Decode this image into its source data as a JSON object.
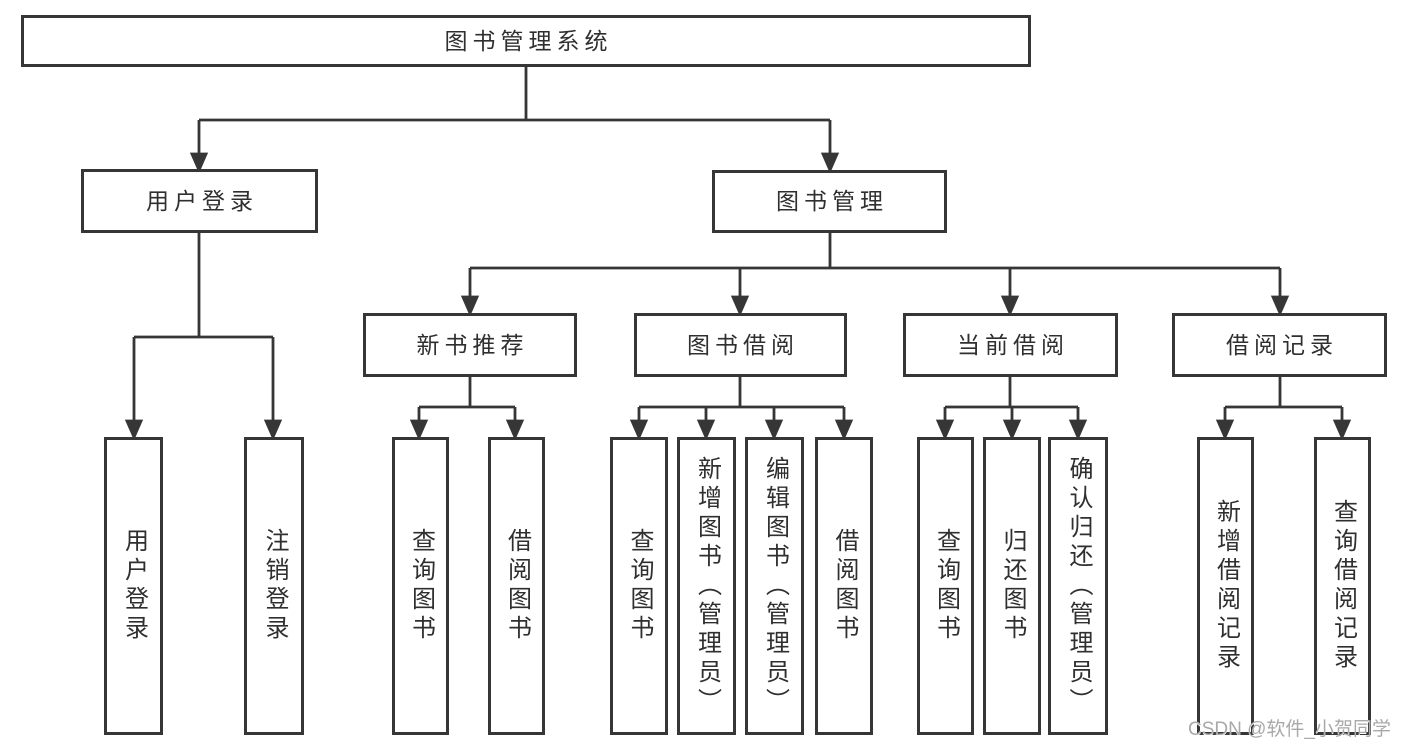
{
  "diagram": {
    "title": "图书管理系统",
    "level2": {
      "user_login": "用户登录",
      "book_mgmt": "图书管理"
    },
    "level3": {
      "new_book_rec": "新书推荐",
      "book_borrow": "图书借阅",
      "current_borrow": "当前借阅",
      "borrow_record": "借阅记录"
    },
    "leaves": {
      "user_login": [
        "用户登录",
        "注销登录"
      ],
      "new_book_rec": [
        "查询图书",
        "借阅图书"
      ],
      "book_borrow": [
        "查询图书",
        "新增图书（管理员）",
        "编辑图书（管理员）",
        "借阅图书"
      ],
      "current_borrow": [
        "查询图书",
        "归还图书",
        "确认归还（管理员）"
      ],
      "borrow_record": [
        "新增借阅记录",
        "查询借阅记录"
      ]
    }
  },
  "watermark": "CSDN @软件_小贺同学",
  "colors": {
    "line": "#363636",
    "text": "#2f2f2f",
    "watermark": "#a9a9a9",
    "background": "#ffffff"
  }
}
